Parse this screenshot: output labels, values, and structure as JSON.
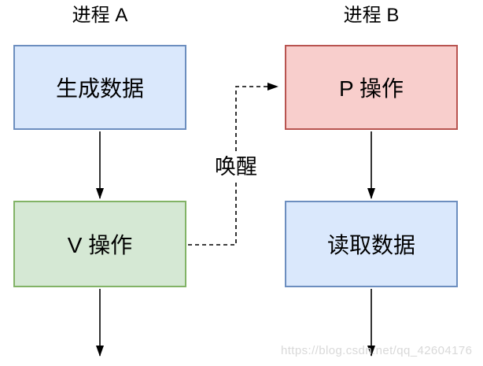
{
  "titles": {
    "process_a": "进程 A",
    "process_b": "进程 B"
  },
  "boxes": {
    "generate_data": {
      "label": "生成数据",
      "fill": "#dae8fc",
      "border": "#6c8ebf"
    },
    "v_operation": {
      "label": "V 操作",
      "fill": "#d5e8d4",
      "border": "#82b366"
    },
    "p_operation": {
      "label": "P 操作",
      "fill": "#f8cecc",
      "border": "#b85450"
    },
    "read_data": {
      "label": "读取数据",
      "fill": "#dae8fc",
      "border": "#6c8ebf"
    }
  },
  "edges": {
    "wake_label": "唤醒",
    "line_color": "#000000"
  },
  "watermark": {
    "text": "https://blog.csdn.net/qq_42604176",
    "color": "#d9d9d9"
  }
}
